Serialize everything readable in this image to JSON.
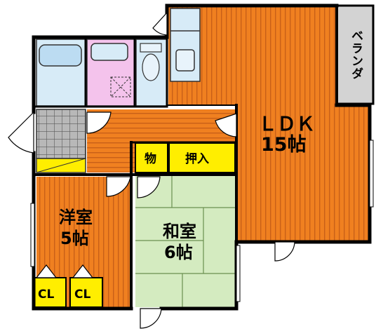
{
  "rooms": {
    "ldk": {
      "name": "ＬＤＫ",
      "size": "15帖"
    },
    "western": {
      "name": "洋室",
      "size": "5帖"
    },
    "japanese": {
      "name": "和室",
      "size": "6帖"
    },
    "storage": {
      "name": "物"
    },
    "closet": {
      "name": "押入"
    },
    "cl_left": {
      "name": "CL"
    },
    "cl_right": {
      "name": "CL"
    },
    "veranda": {
      "name": "ベランダ"
    }
  },
  "colors": {
    "wall": "#000000",
    "floor_orange": "#f08020",
    "floor_stripe": "#c86018",
    "tatami": "#d4ebc0",
    "tatami_line": "#6b8f50",
    "yellow": "#ffee00",
    "water_blue": "#d7ebf7",
    "bath_pink": "#f4c3ec",
    "tile_grey": "#b8b8b8",
    "veranda_grey": "#d3d3d3"
  }
}
